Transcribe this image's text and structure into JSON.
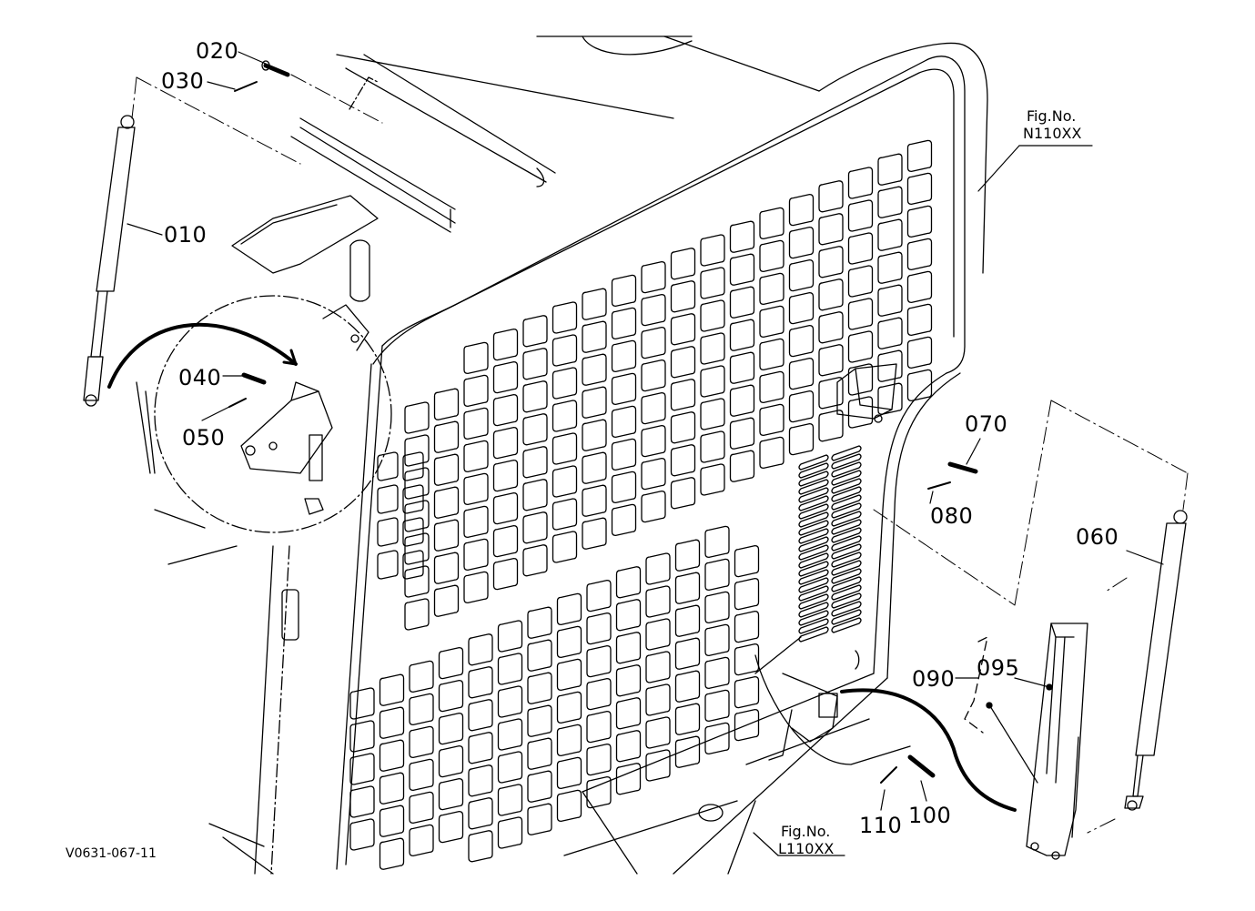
{
  "drawing_code": "V0631-067-11",
  "fig_refs": [
    {
      "id": "fig-n",
      "line1": "Fig.No.",
      "line2": "N110XX"
    },
    {
      "id": "fig-l",
      "line1": "Fig.No.",
      "line2": "L110XX"
    }
  ],
  "part_labels": [
    "010",
    "020",
    "030",
    "040",
    "050",
    "060",
    "070",
    "080",
    "090",
    "095",
    "100",
    "110"
  ],
  "colors": {
    "line": "#000000",
    "background": "#ffffff"
  }
}
